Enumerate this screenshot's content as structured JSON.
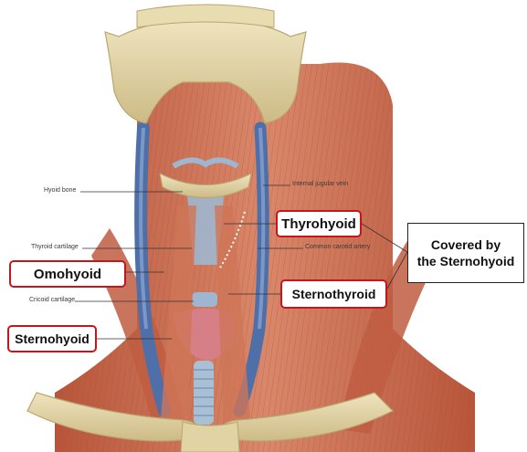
{
  "labels": {
    "hyoid_bone": "Hyoid bone",
    "internal_jugular_vein": "Internal jugular vein",
    "thyroid_cartilage": "Thyroid cartilage",
    "common_carotid_artery": "Common carotid artery",
    "cricoid_cartilage": "Cricoid cartilage"
  },
  "callouts": {
    "omohyoid": "Omohyoid",
    "sternohyoid": "Sternohyoid",
    "thyrohyoid": "Thyrohyoid",
    "sternothyroid": "Sternothyroid"
  },
  "note": {
    "line1": "Covered by",
    "line2": "the Sternohyoid"
  },
  "colors": {
    "callout_border": "#c4161c",
    "muscle": "#c8664a",
    "bone": "#e2d3a4",
    "vein": "#4f6fa8"
  }
}
